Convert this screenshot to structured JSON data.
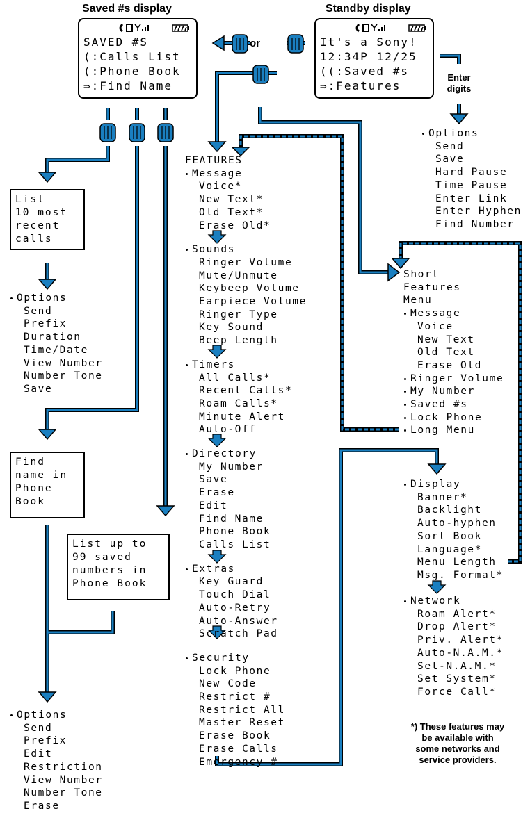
{
  "saved_display": {
    "title": "Saved #s display",
    "lines": [
      "SAVED #S",
      "(:Calls List",
      "(:Phone Book",
      "⇒:Find Name"
    ]
  },
  "standby_display": {
    "title": "Standby display",
    "lines": [
      "It's a Sony!",
      "12:34P 12/25",
      "((:Saved #s",
      "⇒:Features"
    ]
  },
  "or_label": "or",
  "enter_digits": "Enter\ndigits",
  "calls_box": "List\n10 most\nrecent\ncalls",
  "calls_options": [
    "Options",
    "Send",
    "Prefix",
    "Duration",
    "Time/Date",
    "View Number",
    "Number Tone",
    "Save"
  ],
  "find_box": "Find\nname in\nPhone\nBook",
  "saved_box": "List up to\n99 saved\nnumbers in\nPhone Book",
  "phonebook_options": [
    "Options",
    "Send",
    "Prefix",
    "Edit",
    "Restriction",
    "View Number",
    "Number Tone",
    "Erase"
  ],
  "digit_options": [
    "Options",
    "Send",
    "Save",
    "Hard Pause",
    "Time Pause",
    "Enter Link",
    "Enter Hyphen",
    "Find Number"
  ],
  "features": {
    "title": "FEATURES",
    "groups": [
      {
        "name": "Message",
        "items": [
          "Voice*",
          "New Text*",
          "Old Text*",
          "Erase Old*"
        ]
      },
      {
        "name": "Sounds",
        "items": [
          "Ringer Volume",
          "Mute/Unmute",
          "Keybeep Volume",
          "Earpiece Volume",
          "Ringer Type",
          "Key Sound",
          "Beep Length"
        ]
      },
      {
        "name": "Timers",
        "items": [
          "All Calls*",
          "Recent Calls*",
          "Roam Calls*",
          "Minute Alert",
          "Auto-Off"
        ]
      },
      {
        "name": "Directory",
        "items": [
          "My Number",
          "Save",
          "Erase",
          "Edit",
          "Find Name",
          "Phone Book",
          "Calls List"
        ]
      },
      {
        "name": "Extras",
        "items": [
          "Key Guard",
          "Touch Dial",
          "Auto-Retry",
          "Auto-Answer",
          "Scratch Pad"
        ]
      },
      {
        "name": "Security",
        "items": [
          "Lock Phone",
          "New Code",
          "Restrict #",
          "Restrict All",
          "Master Reset",
          "Erase Book",
          "Erase Calls",
          "Emergency #"
        ]
      }
    ]
  },
  "short_menu": {
    "title": [
      "Short",
      "Features",
      "Menu"
    ],
    "entries": [
      {
        "t": "Message",
        "h": true
      },
      {
        "t": "Voice",
        "h": false
      },
      {
        "t": "New Text",
        "h": false
      },
      {
        "t": "Old Text",
        "h": false
      },
      {
        "t": "Erase Old",
        "h": false
      },
      {
        "t": "Ringer Volume",
        "h": true
      },
      {
        "t": "My Number",
        "h": true
      },
      {
        "t": "Saved #s",
        "h": true
      },
      {
        "t": "Lock Phone",
        "h": true
      },
      {
        "t": "Long Menu",
        "h": true
      }
    ]
  },
  "display_group": {
    "name": "Display",
    "items": [
      "Banner*",
      "Backlight",
      "Auto-hyphen",
      "Sort Book",
      "Language*",
      "Menu Length",
      "Msg. Format*"
    ]
  },
  "network_group": {
    "name": "Network",
    "items": [
      "Roam Alert*",
      "Drop Alert*",
      "Priv. Alert*",
      "Auto-N.A.M.*",
      "Set-N.A.M.*",
      "Set System*",
      "Force Call*"
    ]
  },
  "footnote": "*) These features may\nbe available with\nsome networks and\nservice providers.",
  "colors": {
    "arrow": "#1a7fc0",
    "arrow_edge": "#000000"
  }
}
